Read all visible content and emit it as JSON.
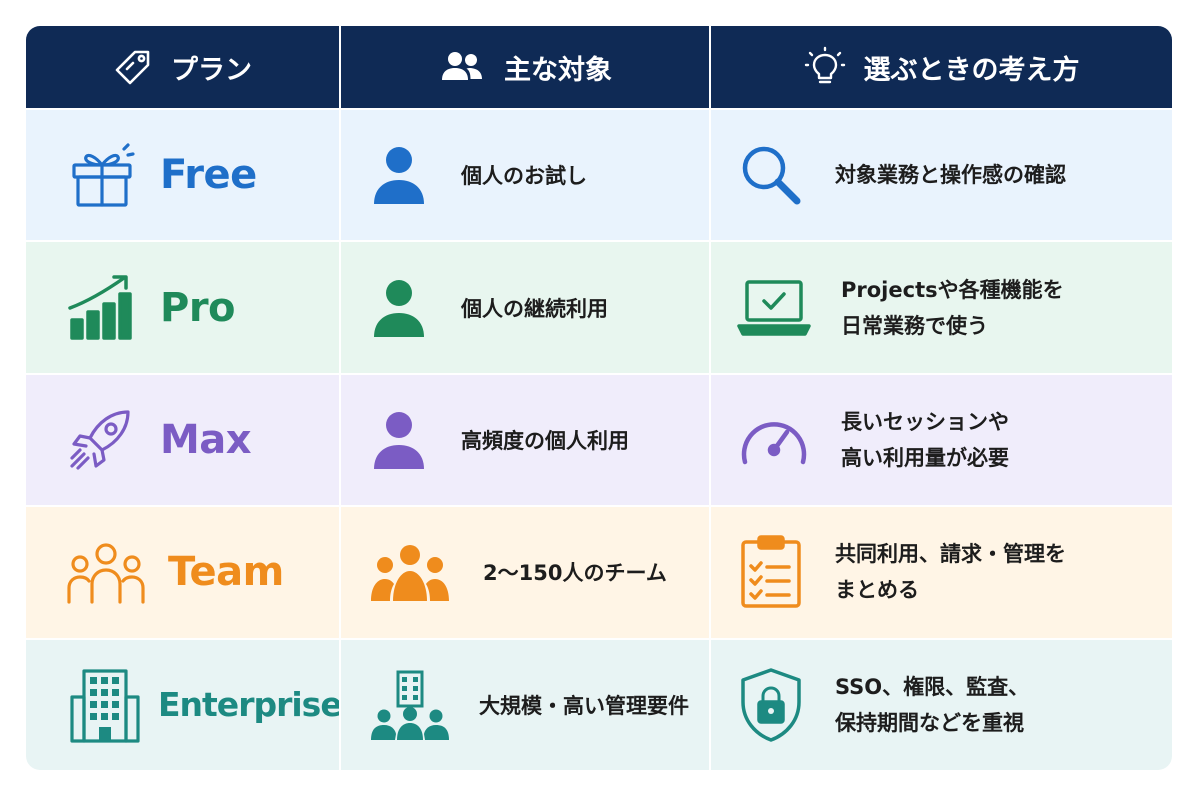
{
  "header": {
    "plan": "プラン",
    "target": "主な対象",
    "approach": "選ぶときの考え方"
  },
  "colors": {
    "header_bg": "#0f2a55",
    "free": "#1f6fc9",
    "pro": "#1f8a5a",
    "max": "#7b5cc4",
    "team": "#ef8c1d",
    "enterprise": "#1d8a82"
  },
  "rows": [
    {
      "plan": "Free",
      "plan_icon": "gift-icon",
      "target_icon": "person-icon",
      "target": "個人のお試し",
      "note_icon": "search-icon",
      "note_lines": [
        "対象業務と操作感の確認"
      ],
      "color": "#1f6fc9",
      "bg": "#e9f3fd"
    },
    {
      "plan": "Pro",
      "plan_icon": "growth-chart-icon",
      "target_icon": "person-icon",
      "target": "個人の継続利用",
      "note_icon": "laptop-check-icon",
      "note_lines": [
        "Projectsや各種機能を",
        "日常業務で使う"
      ],
      "color": "#1f8a5a",
      "bg": "#e8f6ef"
    },
    {
      "plan": "Max",
      "plan_icon": "rocket-icon",
      "target_icon": "person-icon",
      "target": "高頻度の個人利用",
      "note_icon": "gauge-icon",
      "note_lines": [
        "長いセッションや",
        "高い利用量が必要"
      ],
      "color": "#7b5cc4",
      "bg": "#f0edfb"
    },
    {
      "plan": "Team",
      "plan_icon": "group-icon",
      "target_icon": "group-icon",
      "target": "2〜150人のチーム",
      "note_icon": "clipboard-checklist-icon",
      "note_lines": [
        "共同利用、請求・管理を",
        "まとめる"
      ],
      "color": "#ef8c1d",
      "bg": "#fff5e6"
    },
    {
      "plan": "Enterprise",
      "plan_icon": "building-icon",
      "target_icon": "building-people-icon",
      "target": "大規模・高い管理要件",
      "note_icon": "shield-lock-icon",
      "note_lines": [
        "SSO、権限、監査、",
        "保持期間などを重視"
      ],
      "color": "#1d8a82",
      "bg": "#e8f4f4"
    }
  ]
}
